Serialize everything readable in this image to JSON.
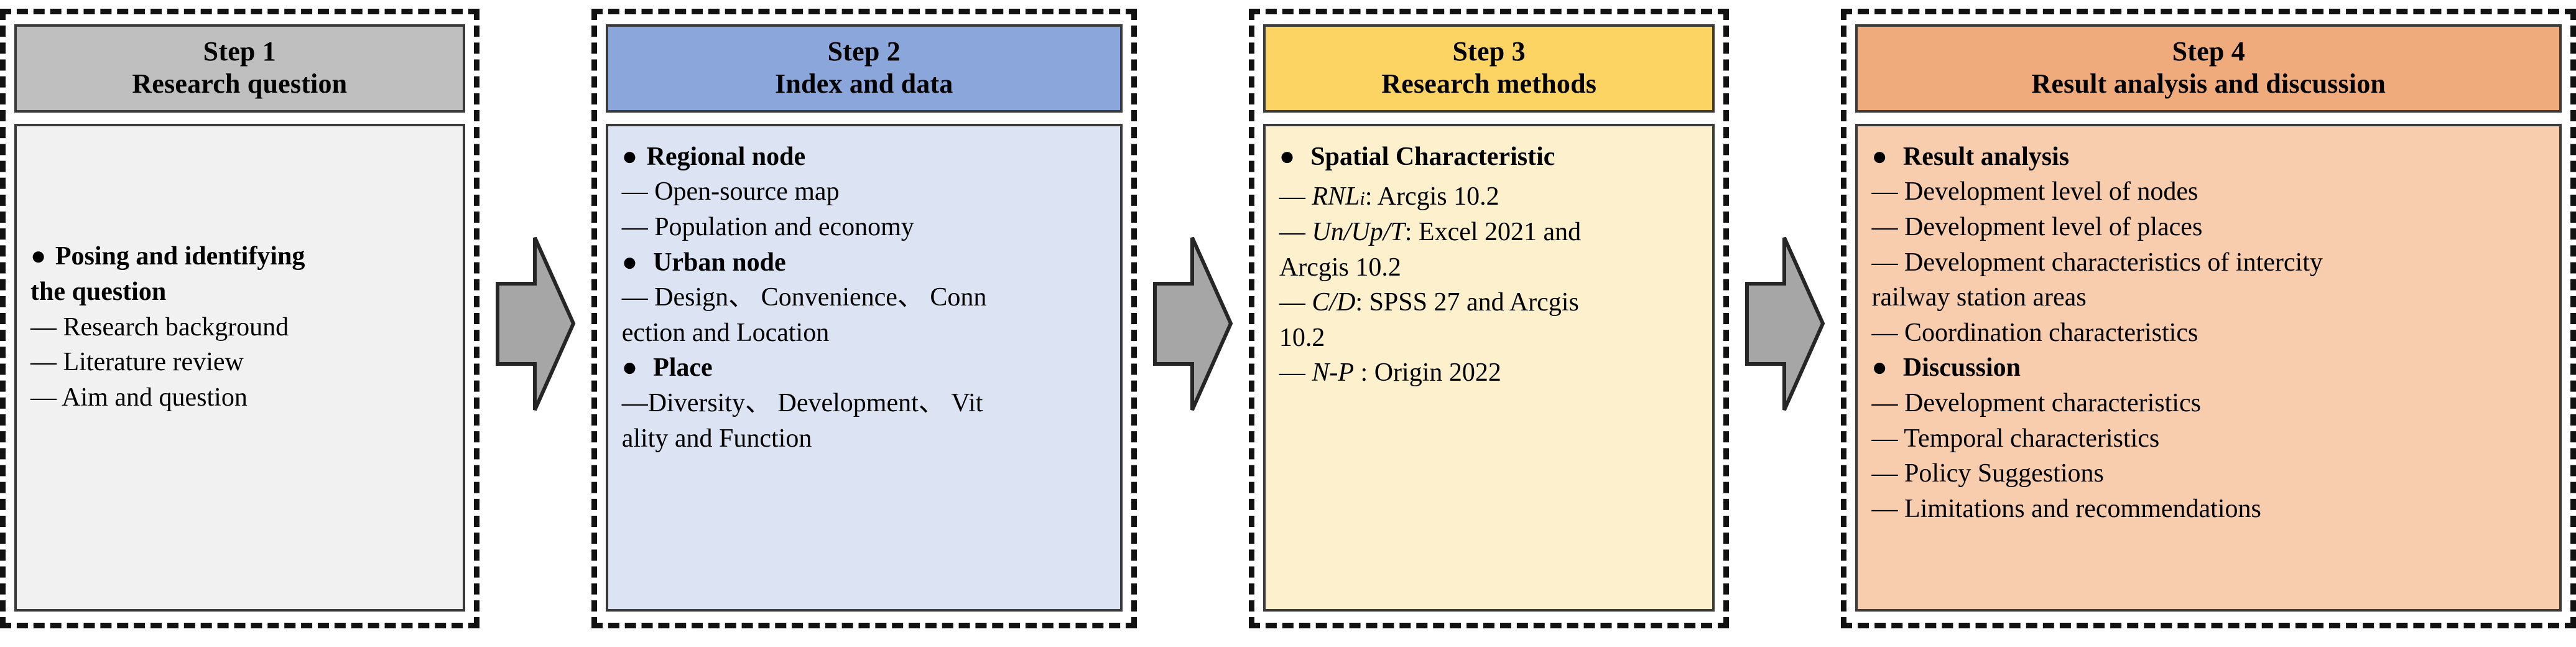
{
  "diagram": {
    "title": "Research framework flowchart",
    "arrow_icon": "right-arrow-icon",
    "arrow_color": "#a6a6a6",
    "arrow_border": "#262626",
    "steps": [
      {
        "id": "step-1",
        "number": "Step 1",
        "subtitle": "Research question",
        "header_bg": "#bfbfbf",
        "body_bg": "#f1f1f1",
        "lines": [
          {
            "kind": "head",
            "bullet": "●",
            "text": "Posing and identifying"
          },
          {
            "kind": "cont",
            "text": "the question"
          },
          {
            "kind": "dash",
            "text": "— Research background"
          },
          {
            "kind": "dash",
            "text": "— Literature review"
          },
          {
            "kind": "dash",
            "text": "— Aim and question"
          }
        ]
      },
      {
        "id": "step-2",
        "number": "Step 2",
        "subtitle": "Index and data",
        "header_bg": "#8aa6da",
        "body_bg": "#dce3f3",
        "lines": [
          {
            "kind": "head",
            "bullet": "●",
            "text": "Regional node"
          },
          {
            "kind": "dash",
            "text": "— Open-source map"
          },
          {
            "kind": "dash",
            "text": "— Population and economy"
          },
          {
            "kind": "head",
            "bullet": "●",
            "text": " Urban node"
          },
          {
            "kind": "dash",
            "text": "— Design、 Convenience、 Conn"
          },
          {
            "kind": "cont",
            "text": "ection and Location"
          },
          {
            "kind": "head",
            "bullet": "●",
            "text": " Place"
          },
          {
            "kind": "dash",
            "text": "—Diversity、 Development、 Vit"
          },
          {
            "kind": "cont",
            "text": "ality and Function"
          }
        ]
      },
      {
        "id": "step-3",
        "number": "Step 3",
        "subtitle": "Research methods",
        "header_bg": "#fbd464",
        "body_bg": "#fdf0cd",
        "lines": [
          {
            "kind": "head",
            "bullet": "●",
            "text": " Spatial Characteristic"
          },
          {
            "kind": "dash-italic",
            "dash": "— ",
            "italic": "RNL",
            "subscript": "i",
            "text": ": Arcgis 10.2"
          },
          {
            "kind": "dash-italic",
            "dash": "— ",
            "italic": "Un/Up/T",
            "text": ": Excel 2021 and"
          },
          {
            "kind": "cont",
            "text": "Arcgis 10.2"
          },
          {
            "kind": "dash-italic",
            "dash": "— ",
            "italic": "C/D",
            "text": ": SPSS 27 and Arcgis"
          },
          {
            "kind": "cont",
            "text": "10.2"
          },
          {
            "kind": "dash-italic",
            "dash": "— ",
            "italic": "N-P",
            "text": " : Origin 2022"
          }
        ]
      },
      {
        "id": "step-4",
        "number": "Step 4",
        "subtitle": "Result analysis and discussion",
        "header_bg": "#f0ab7c",
        "body_bg": "#f7cdae",
        "lines": [
          {
            "kind": "head",
            "bullet": "●",
            "text": " Result analysis"
          },
          {
            "kind": "dash",
            "text": "— Development level of nodes"
          },
          {
            "kind": "dash",
            "text": "— Development level of places"
          },
          {
            "kind": "dash",
            "text": "— Development characteristics of intercity"
          },
          {
            "kind": "cont",
            "text": "railway station areas"
          },
          {
            "kind": "dash",
            "text": "— Coordination characteristics"
          },
          {
            "kind": "head",
            "bullet": "●",
            "text": " Discussion"
          },
          {
            "kind": "dash",
            "text": "— Development characteristics"
          },
          {
            "kind": "dash",
            "text": "— Temporal characteristics"
          },
          {
            "kind": "dash",
            "text": "— Policy Suggestions"
          },
          {
            "kind": "dash",
            "text": "— Limitations and recommendations"
          }
        ]
      }
    ]
  }
}
